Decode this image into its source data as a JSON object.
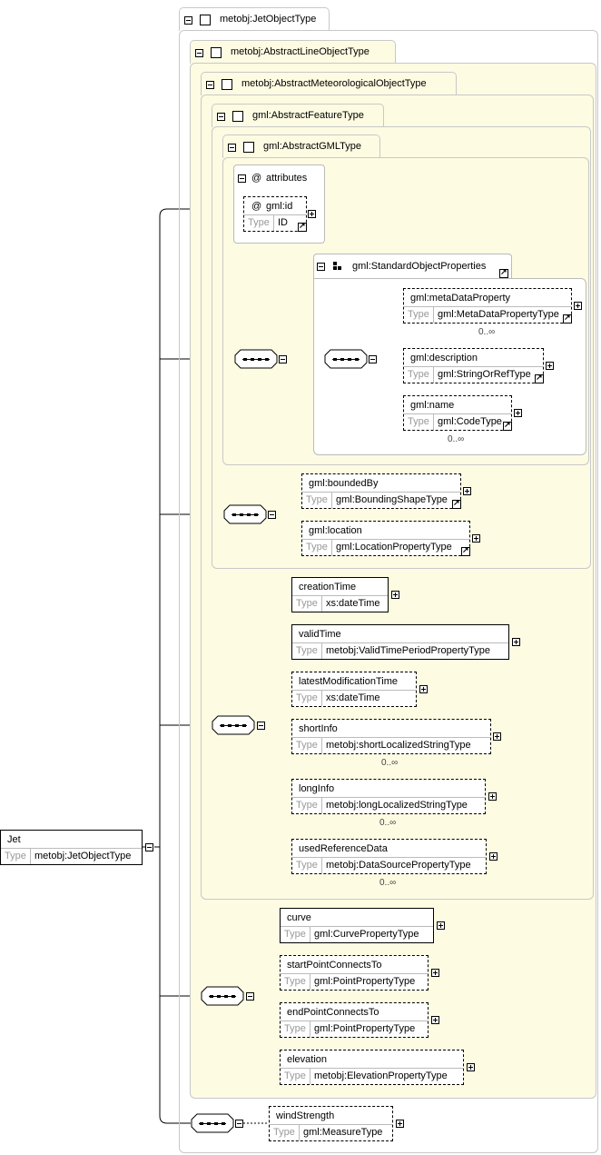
{
  "types": {
    "jet_object_type": "metobj:JetObjectType",
    "abstract_line_object_type": "metobj:AbstractLineObjectType",
    "abstract_meteorological_object_type": "metobj:AbstractMeteorologicalObjectType",
    "abstract_feature_type": "gml:AbstractFeatureType",
    "abstract_gml_type": "gml:AbstractGMLType"
  },
  "attributes": {
    "symbol": "@",
    "title": "attributes",
    "id_name": "gml:id",
    "id_type": "ID"
  },
  "type_label": "Type",
  "group": {
    "name": "gml:StandardObjectProperties"
  },
  "elements": {
    "metaDataProperty": {
      "name": "gml:metaDataProperty",
      "type": "gml:MetaDataPropertyType",
      "card": "0..∞"
    },
    "description": {
      "name": "gml:description",
      "type": "gml:StringOrRefType"
    },
    "name": {
      "name": "gml:name",
      "type": "gml:CodeType",
      "card": "0..∞"
    },
    "boundedBy": {
      "name": "gml:boundedBy",
      "type": "gml:BoundingShapeType"
    },
    "location": {
      "name": "gml:location",
      "type": "gml:LocationPropertyType"
    },
    "creationTime": {
      "name": "creationTime",
      "type": "xs:dateTime"
    },
    "validTime": {
      "name": "validTime",
      "type": "metobj:ValidTimePeriodPropertyType"
    },
    "latestModificationTime": {
      "name": "latestModificationTime",
      "type": "xs:dateTime"
    },
    "shortInfo": {
      "name": "shortInfo",
      "type": "metobj:shortLocalizedStringType",
      "card": "0..∞"
    },
    "longInfo": {
      "name": "longInfo",
      "type": "metobj:longLocalizedStringType",
      "card": "0..∞"
    },
    "usedReferenceData": {
      "name": "usedReferenceData",
      "type": "metobj:DataSourcePropertyType",
      "card": "0..∞"
    },
    "curve": {
      "name": "curve",
      "type": "gml:CurvePropertyType"
    },
    "startPointConnectsTo": {
      "name": "startPointConnectsTo",
      "type": "gml:PointPropertyType"
    },
    "endPointConnectsTo": {
      "name": "endPointConnectsTo",
      "type": "gml:PointPropertyType"
    },
    "elevation": {
      "name": "elevation",
      "type": "metobj:ElevationPropertyType"
    },
    "windStrength": {
      "name": "windStrength",
      "type": "gml:MeasureType"
    }
  },
  "root": {
    "name": "Jet",
    "type": "metobj:JetObjectType"
  }
}
